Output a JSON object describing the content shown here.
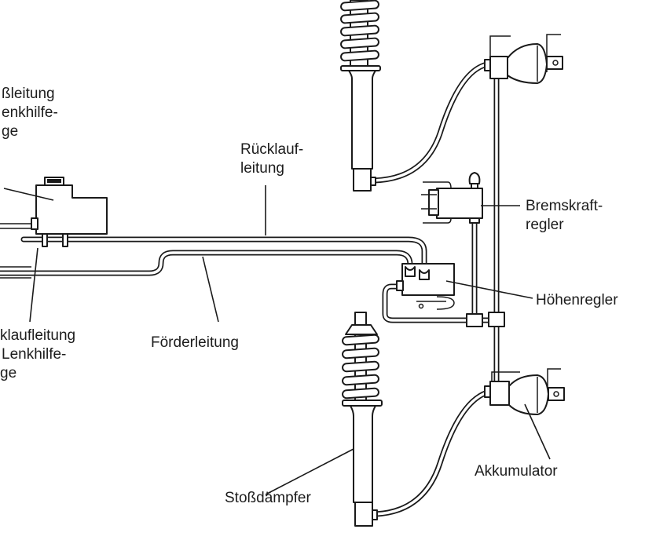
{
  "diagram": {
    "title": "Hydropneumatische Niveauregulierung",
    "colors": {
      "ink": "#1a1a1a",
      "paper": "#ffffff"
    },
    "labels": {
      "vorlauf": [
        "ßleitung",
        "enkhilfe-",
        "ge"
      ],
      "ruecklauf_lenkhilfe": [
        "klaufleitung",
        "Lenkhilfe-",
        "ge"
      ],
      "ruecklaufleitung": [
        "Rücklauf-",
        "leitung"
      ],
      "foerderleitung": "Förderleitung",
      "bremskraftregler": [
        "Bremskraft-",
        "regler"
      ],
      "hoehenregler": "Höhenregler",
      "akkumulator": "Akkumulator",
      "stossdaempfer": "Stoßdämpfer"
    }
  }
}
